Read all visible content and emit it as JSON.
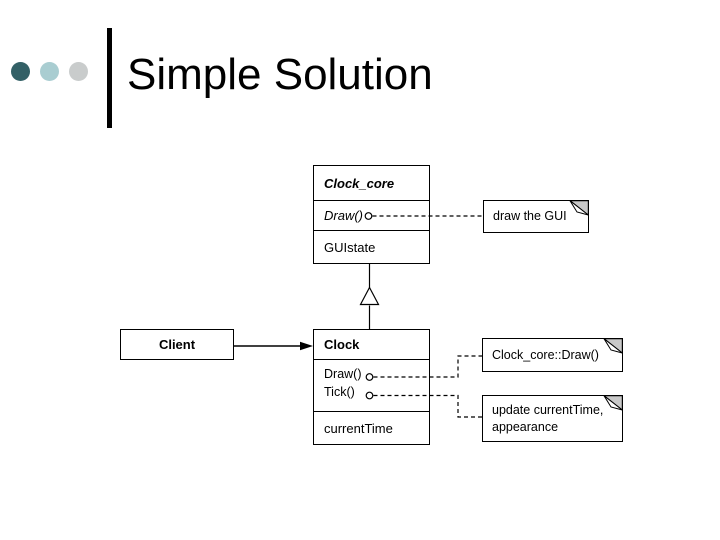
{
  "slide": {
    "title": "Simple Solution"
  },
  "decor": {
    "bullet_colors": {
      "dark": "#336066",
      "teal": "#A9CDD1",
      "gray": "#C9CCCC"
    },
    "accent_bar_color": "#000000"
  },
  "diagram": {
    "classes": {
      "clock_core": {
        "name": "Clock_core",
        "operation": "Draw()",
        "attribute": "GUIstate"
      },
      "clock": {
        "name": "Clock",
        "operation1": "Draw()",
        "operation2": "Tick()",
        "attribute": "currentTime"
      },
      "client": {
        "name": "Client"
      }
    },
    "notes": {
      "draw_gui": "draw the GUI",
      "clock_core_draw": "Clock_core::Draw()",
      "update": "update currentTime,\nappearance"
    },
    "colors": {
      "line": "#000000",
      "note_fold": "#C9C9C9"
    }
  }
}
